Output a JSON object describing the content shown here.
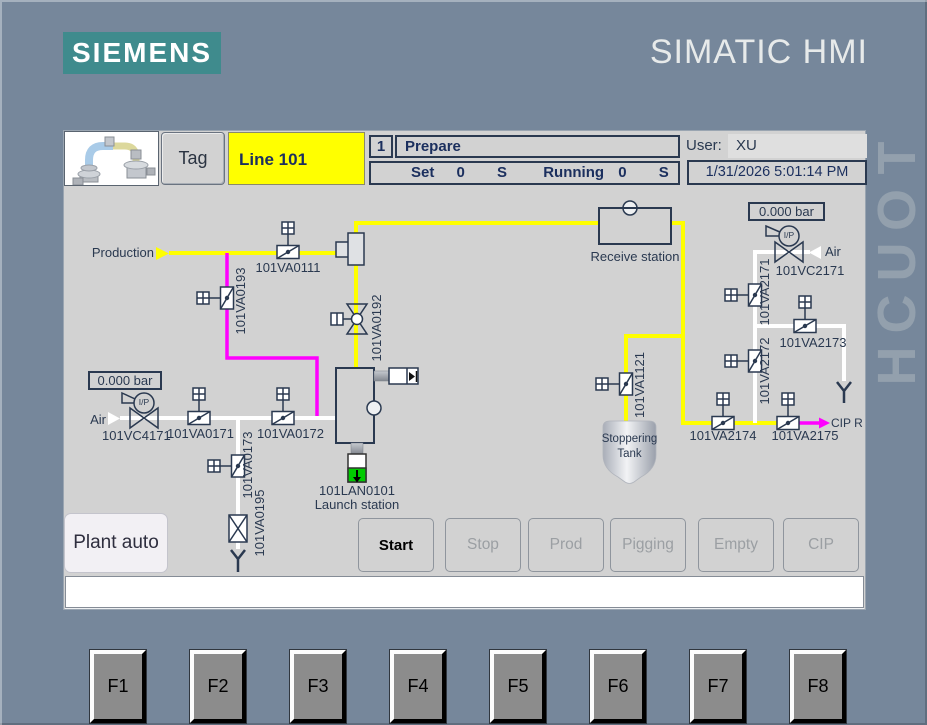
{
  "brand": {
    "logo": "SIEMENS",
    "product": "SIMATIC HMI",
    "touch": "TOUCH"
  },
  "header": {
    "tag_button": "Tag",
    "line_name": "Line 101",
    "step_number": "1",
    "step_name": "Prepare",
    "set_label": "Set",
    "set_value": "0",
    "set_unit": "S",
    "running_label": "Running",
    "running_value": "0",
    "running_unit": "S",
    "user_label": "User:",
    "user_name": "XU",
    "datetime": "1/31/2026 5:01:14 PM"
  },
  "diagram": {
    "production_label": "Production",
    "gauge_left": "0.000 bar",
    "gauge_right": "0.000 bar",
    "air_left": "Air",
    "air_right": "Air",
    "ip_left": "I/P",
    "ip_right": "I/P",
    "receive_station": "Receive station",
    "launch_station_id": "101LAN0101",
    "launch_station_name": "Launch station",
    "tank_line1": "Stoppering",
    "tank_line2": "Tank",
    "cip_return": "CIP R",
    "valves": {
      "va0111": "101VA0111",
      "va0193": "101VA0193",
      "va0192": "101VA0192",
      "vc4171": "101VC4171",
      "va0171": "101VA0171",
      "va0172": "101VA0172",
      "va0173": "101VA0173",
      "va0195": "101VA0195",
      "va1121": "101VA1121",
      "vc2171": "101VC2171",
      "va2171": "101VA2171",
      "va2172": "101VA2172",
      "va2173": "101VA2173",
      "va2174": "101VA2174",
      "va2175": "101VA2175"
    }
  },
  "controls": {
    "plant_mode": "Plant auto",
    "buttons": [
      {
        "label": "Start",
        "enabled": true
      },
      {
        "label": "Stop",
        "enabled": false
      },
      {
        "label": "Prod",
        "enabled": false
      },
      {
        "label": "Pigging",
        "enabled": false
      },
      {
        "label": "Empty",
        "enabled": false
      },
      {
        "label": "CIP",
        "enabled": false
      }
    ]
  },
  "message_bar": "",
  "function_keys": [
    "F1",
    "F2",
    "F3",
    "F4",
    "F5",
    "F6",
    "F7",
    "F8"
  ],
  "colors": {
    "panel_background": "#76879B",
    "screen_background": "#D2D2D2",
    "accent_teal": "#3F8B8D",
    "line_active": "#FFFF00",
    "pipe_cip": "#FF00FF",
    "pipe_air": "#FFFFFF",
    "indicator_on": "#00CB00",
    "symbol_navy": "#2A3950"
  }
}
